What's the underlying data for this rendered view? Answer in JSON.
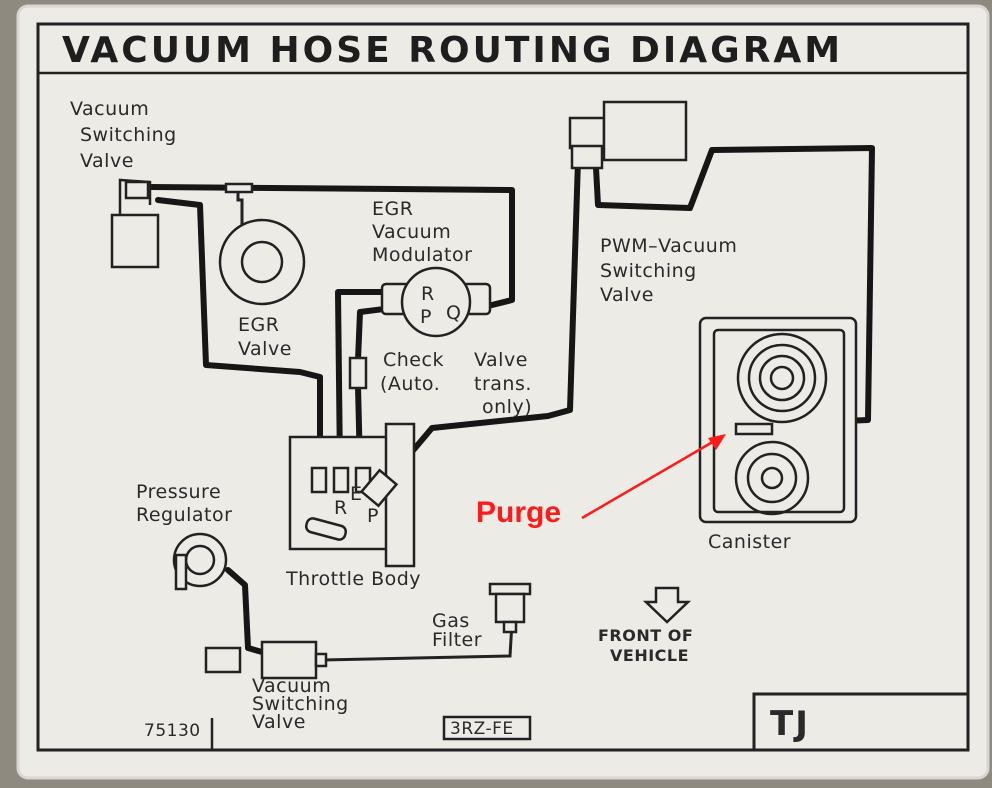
{
  "title": "VACUUM HOSE ROUTING DIAGRAM",
  "labels": {
    "vsv_top_1": "Vacuum",
    "vsv_top_2": "Switching",
    "vsv_top_3": "Valve",
    "egr_valve_1": "EGR",
    "egr_valve_2": "Valve",
    "egr_mod_1": "EGR",
    "egr_mod_2": "Vacuum",
    "egr_mod_3": "Modulator",
    "port_r": "R",
    "port_p": "P",
    "port_q": "Q",
    "check_1": "Check",
    "check_2": "(Auto.",
    "valve_1": "Valve",
    "valve_2": "trans.",
    "valve_3": "only)",
    "pwm_1": "PWM–Vacuum",
    "pwm_2": "Switching",
    "pwm_3": "Valve",
    "pressure_1": "Pressure",
    "pressure_2": "Regulator",
    "tb_e": "E",
    "tb_r": "R",
    "tb_p": "P",
    "throttle_body": "Throttle Body",
    "gas_1": "Gas",
    "gas_2": "Filter",
    "vsv_bottom_1": "Vacuum",
    "vsv_bottom_2": "Switching",
    "vsv_bottom_3": "Valve",
    "canister": "Canister",
    "front_1": "FRONT OF",
    "front_2": "VEHICLE",
    "part_number": "75130",
    "engine_code": "3RZ-FE",
    "model_code": "TJ"
  },
  "annotation": {
    "text": "Purge",
    "color": "#ff1a1a"
  },
  "colors": {
    "panel": "#ecebe6",
    "ink": "#1e1e1e",
    "background": "#8f8a80"
  }
}
